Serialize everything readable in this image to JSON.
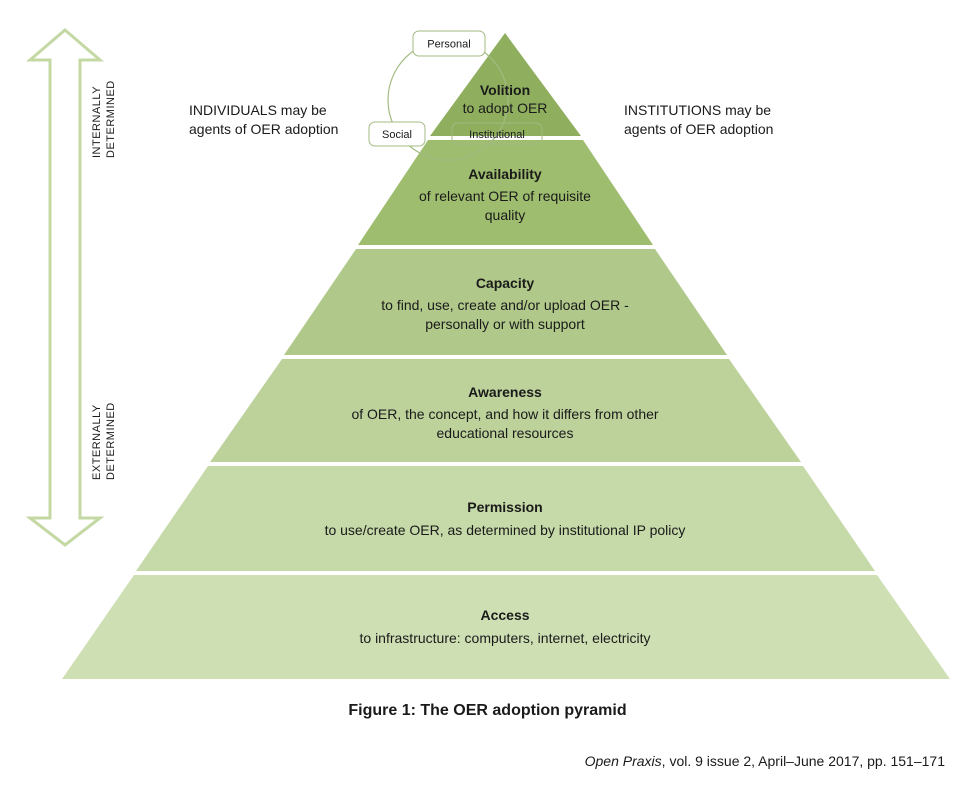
{
  "left_note": [
    "INDIVIDUALS may be",
    "agents of OER adoption"
  ],
  "right_note": [
    "INSTITUTIONS may be",
    "agents of OER adoption"
  ],
  "axis": {
    "top": [
      "INTERNALLY",
      "DETERMINED"
    ],
    "bottom": [
      "EXTERNALLY",
      "DETERMINED"
    ]
  },
  "cycle": {
    "personal": "Personal",
    "social": "Social",
    "institutional": "Institutional"
  },
  "layers": [
    {
      "title": "Volition",
      "lines": [
        "to adopt OER"
      ]
    },
    {
      "title": "Availability",
      "lines": [
        "of relevant OER of requisite",
        "quality"
      ]
    },
    {
      "title": "Capacity",
      "lines": [
        "to find, use, create and/or upload OER -",
        "personally or with support"
      ]
    },
    {
      "title": "Awareness",
      "lines": [
        "of OER, the concept, and how it differs from other",
        "educational resources"
      ]
    },
    {
      "title": "Permission",
      "lines": [
        "to use/create OER, as determined by institutional IP policy"
      ]
    },
    {
      "title": "Access",
      "lines": [
        "to infrastructure: computers, internet, electricity"
      ]
    }
  ],
  "colors": {
    "level1": "#8faf5f",
    "level2": "#9ebd6f",
    "level3": "#b0c98a",
    "level4": "#bdd29b",
    "level5": "#c6d9a8",
    "level6": "#cfdfb4",
    "arrow_stroke": "#c4d8a4",
    "cycle_stroke": "#a2bb82"
  },
  "caption": "Figure 1: The OER adoption pyramid",
  "citation": {
    "journal": "Open Praxis",
    "rest": ", vol. 9 issue 2, April–June 2017, pp. 151–171"
  }
}
